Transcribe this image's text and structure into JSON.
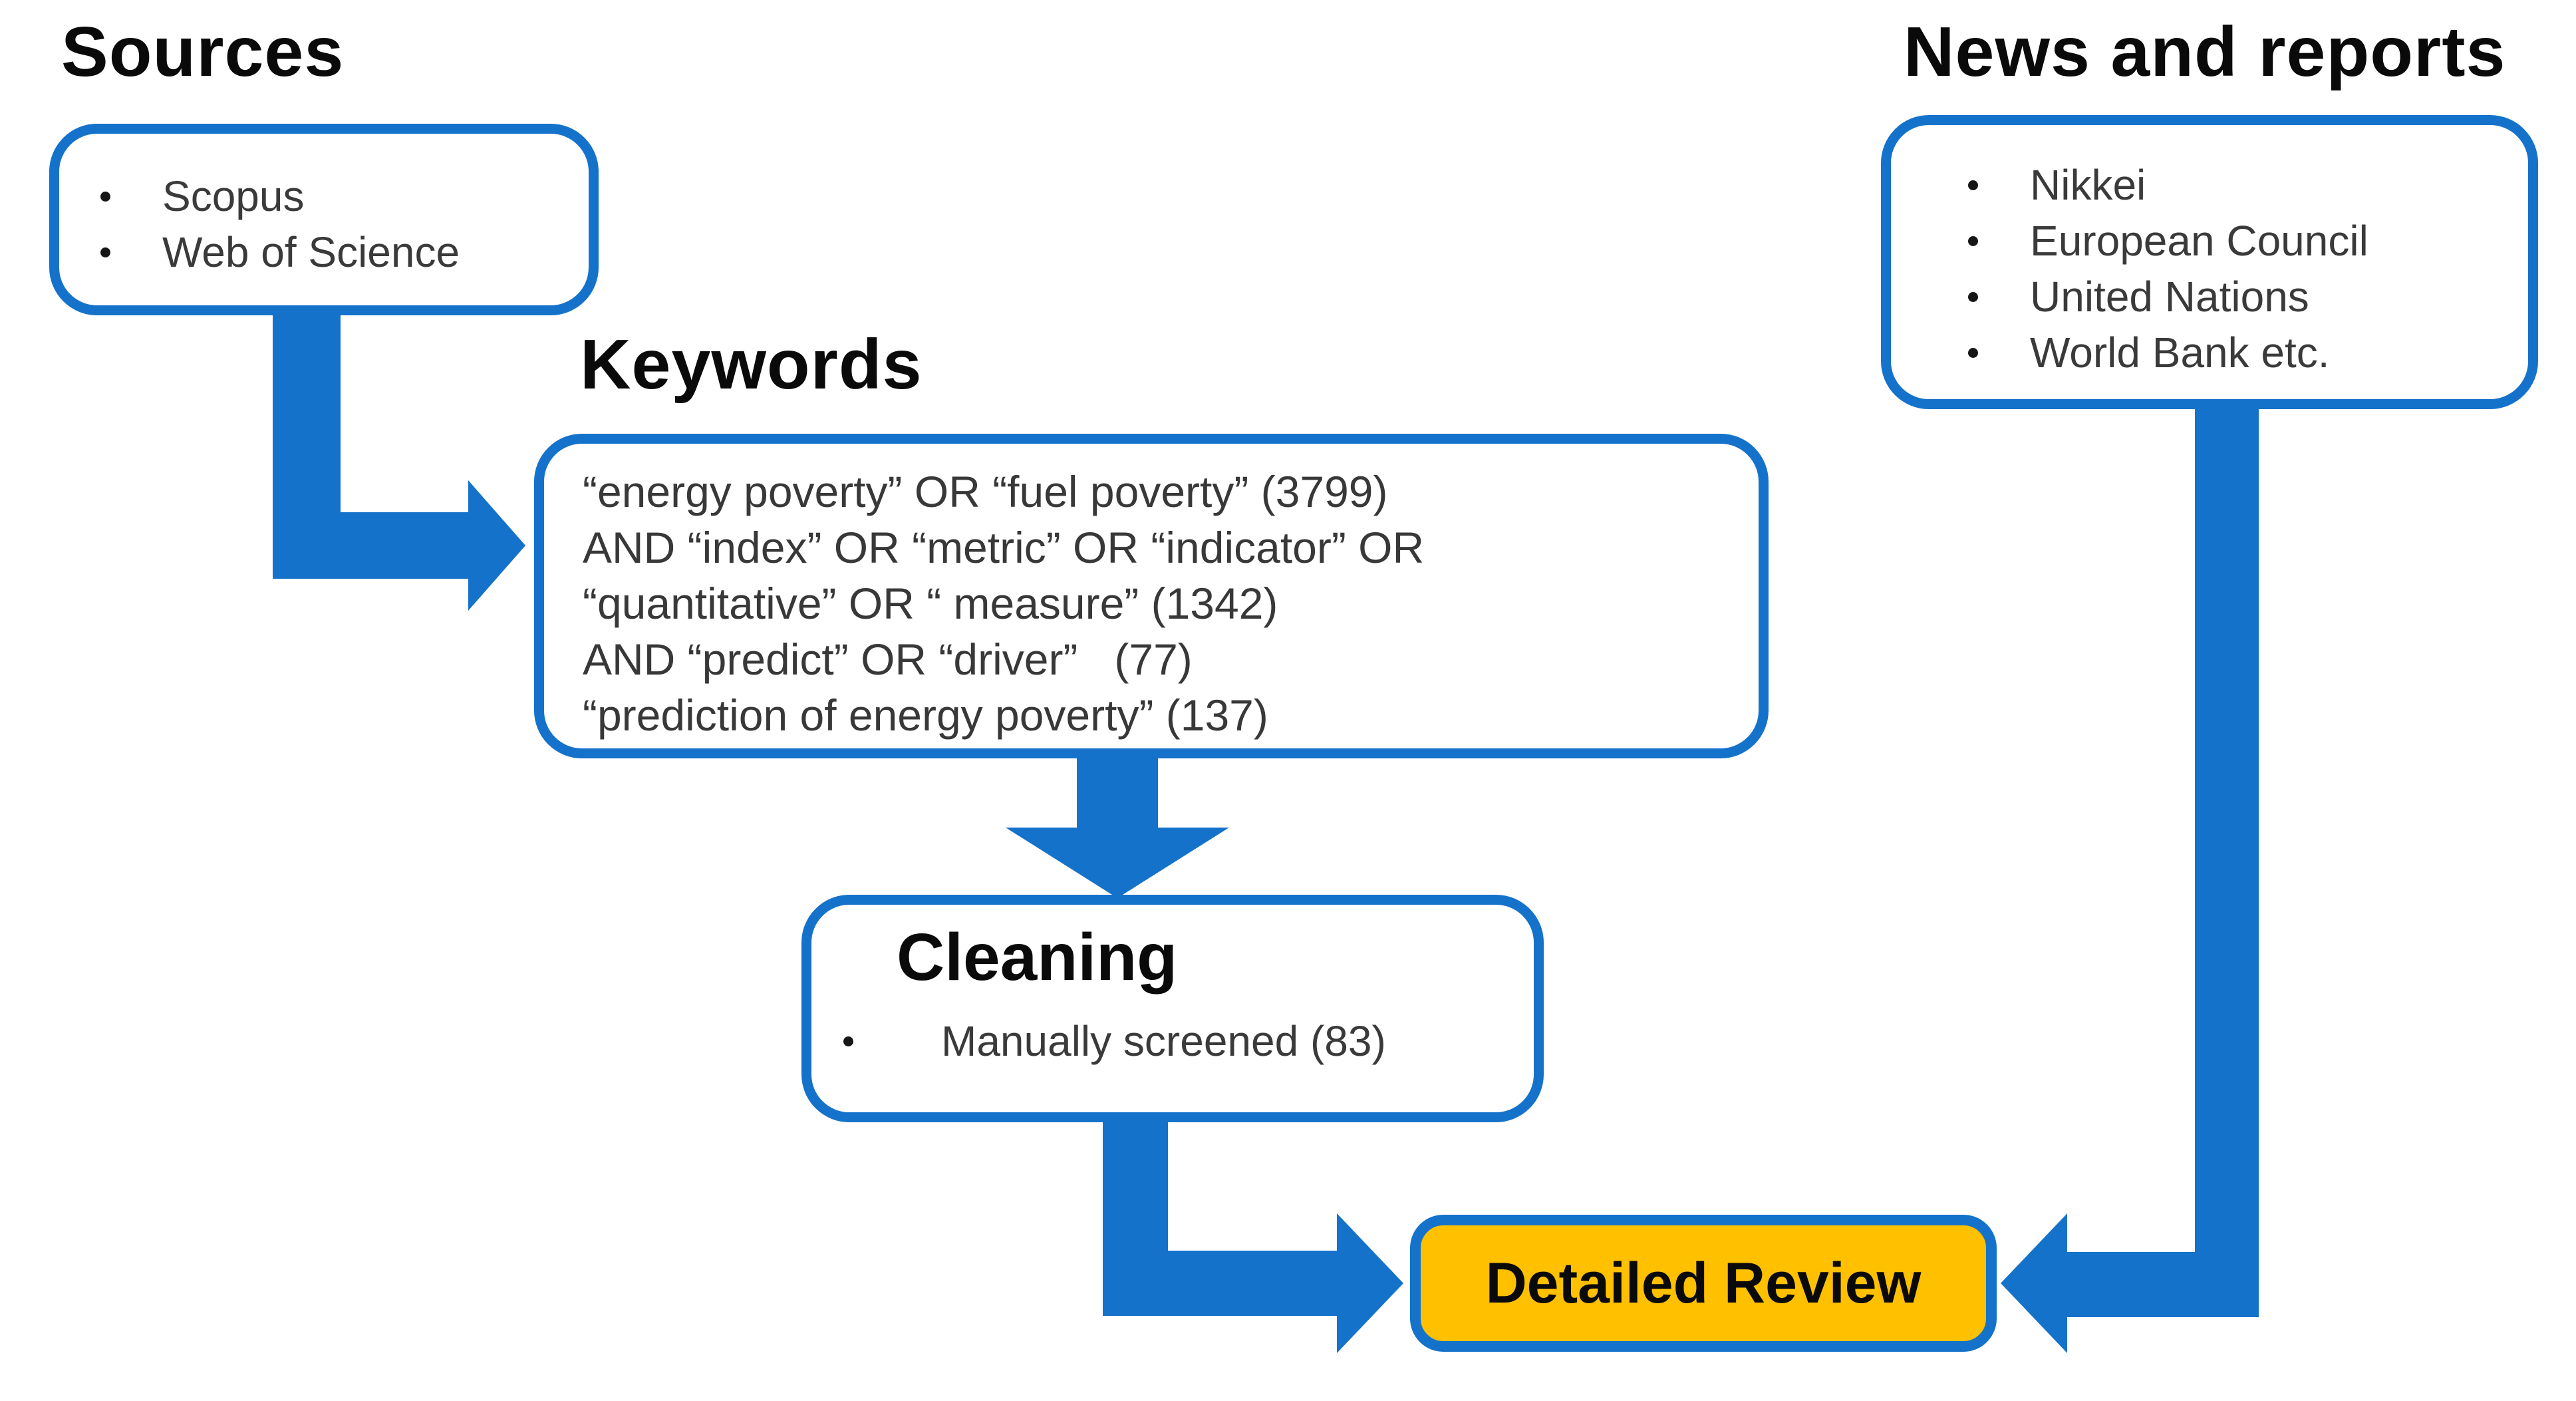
{
  "colors": {
    "accent_blue": "#1572CB",
    "highlight_orange": "#FFC000",
    "title_text": "#0a0a0a",
    "body_text": "#3a3a3a",
    "background": "#ffffff"
  },
  "sources": {
    "title": "Sources",
    "items": [
      "Scopus",
      "Web of Science"
    ]
  },
  "keywords": {
    "title": "Keywords",
    "lines": [
      "“energy poverty” OR “fuel poverty” (3799)",
      "AND “index” OR “metric” OR “indicator” OR",
      "“quantitative” OR “ measure” (1342)",
      "AND “predict” OR “driver”   (77)",
      "“prediction of energy poverty” (137)"
    ]
  },
  "cleaning": {
    "title": "Cleaning",
    "items": [
      "Manually screened (83)"
    ]
  },
  "news": {
    "title": "News and reports",
    "items": [
      "Nikkei",
      "European Council",
      "United Nations",
      "World Bank etc."
    ]
  },
  "detailed_review": {
    "label": "Detailed Review"
  },
  "connections": [
    {
      "from": "sources",
      "to": "keywords"
    },
    {
      "from": "keywords",
      "to": "cleaning"
    },
    {
      "from": "cleaning",
      "to": "detailed_review"
    },
    {
      "from": "news",
      "to": "detailed_review"
    }
  ]
}
